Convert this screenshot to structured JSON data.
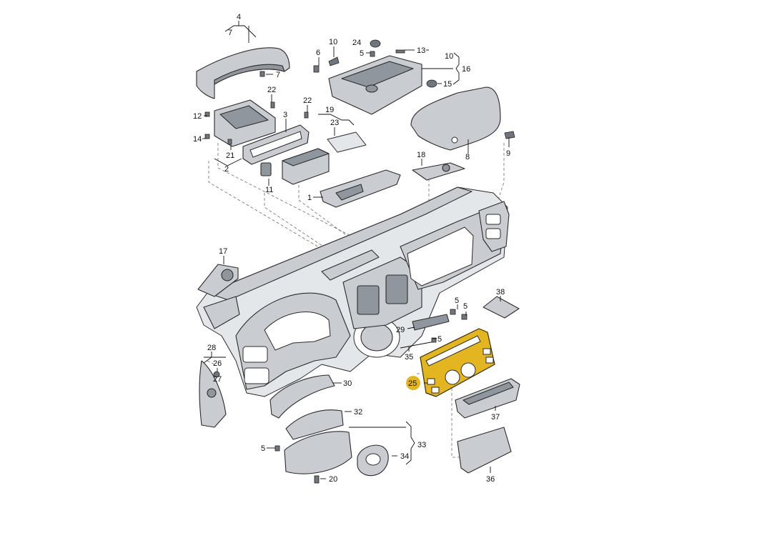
{
  "diagram": {
    "highlight_color": "#e3b521",
    "callouts": [
      {
        "id": "c4",
        "text": "4"
      },
      {
        "id": "c7a",
        "text": "7"
      },
      {
        "id": "c7b",
        "text": "7"
      },
      {
        "id": "c22a",
        "text": "22"
      },
      {
        "id": "c22b",
        "text": "22"
      },
      {
        "id": "c12",
        "text": "12"
      },
      {
        "id": "c3",
        "text": "3"
      },
      {
        "id": "c14",
        "text": "14"
      },
      {
        "id": "c21",
        "text": "21"
      },
      {
        "id": "c2",
        "text": "2"
      },
      {
        "id": "c19",
        "text": "19"
      },
      {
        "id": "c23",
        "text": "23"
      },
      {
        "id": "c11",
        "text": "11"
      },
      {
        "id": "c1",
        "text": "1"
      },
      {
        "id": "c6",
        "text": "6"
      },
      {
        "id": "c10a",
        "text": "10"
      },
      {
        "id": "c24",
        "text": "24"
      },
      {
        "id": "c5a",
        "text": "5"
      },
      {
        "id": "c13",
        "text": "13"
      },
      {
        "id": "c10b",
        "text": "10"
      },
      {
        "id": "c16",
        "text": "16"
      },
      {
        "id": "c15",
        "text": "15"
      },
      {
        "id": "c9",
        "text": "9"
      },
      {
        "id": "c8",
        "text": "8"
      },
      {
        "id": "c18",
        "text": "18"
      },
      {
        "id": "c17",
        "text": "17"
      },
      {
        "id": "c38",
        "text": "38"
      },
      {
        "id": "c5b",
        "text": "5"
      },
      {
        "id": "c5c",
        "text": "5"
      },
      {
        "id": "c29",
        "text": "29"
      },
      {
        "id": "c5d",
        "text": "5"
      },
      {
        "id": "c35",
        "text": "35"
      },
      {
        "id": "c28",
        "text": "28"
      },
      {
        "id": "c26",
        "text": "26"
      },
      {
        "id": "c27",
        "text": "27"
      },
      {
        "id": "c30",
        "text": "30"
      },
      {
        "id": "c25",
        "text": "25"
      },
      {
        "id": "c37",
        "text": "37"
      },
      {
        "id": "c32",
        "text": "32"
      },
      {
        "id": "c33",
        "text": "33"
      },
      {
        "id": "c5e",
        "text": "5"
      },
      {
        "id": "c34",
        "text": "34"
      },
      {
        "id": "c36",
        "text": "36"
      },
      {
        "id": "c20",
        "text": "20"
      }
    ]
  }
}
